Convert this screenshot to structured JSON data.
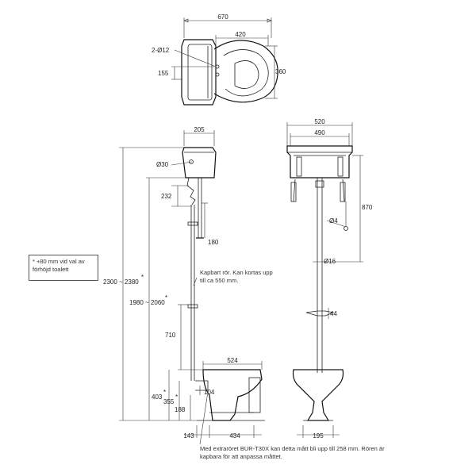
{
  "top_view": {
    "overall_width": "670",
    "bowl_width": "420",
    "holes": "2-Ø12",
    "hole_offset": "155",
    "depth": "360"
  },
  "side_view": {
    "cistern_depth": "205",
    "outlet_dia": "Ø30",
    "flush_offset": "232",
    "lever_drop": "180",
    "total_height": "2300 ~ 2380",
    "cistern_bottom_height": "1980 ~ 2060",
    "total_height_star": "*",
    "cistern_bottom_star": "*",
    "pipe_length": "710",
    "bowl_length": "524",
    "outlet_height": "104",
    "bowl_height_1": "403",
    "bowl_height_1_star": "*",
    "bowl_height_2": "355",
    "bowl_height_2_star": "*",
    "pan_height": "188",
    "floor_offset": "143",
    "base_length": "434"
  },
  "front_view": {
    "cistern_width": "520",
    "inner_width": "490",
    "chain_length": "870",
    "chain_dia": "Ø4",
    "pipe_dia": "Ø16",
    "bracket_height": "44",
    "base_width": "195"
  },
  "notes": {
    "raised_note": "* +80 mm vid val av förhöjd toalett",
    "pipe_note": "Kapbart rör. Kan kortas upp till ca 550 mm.",
    "extra_pipe_note": "Med extraröret BUR-T30X kan detta mått bli upp till 258 mm. Rören är kapbara för att anpassa måttet."
  }
}
